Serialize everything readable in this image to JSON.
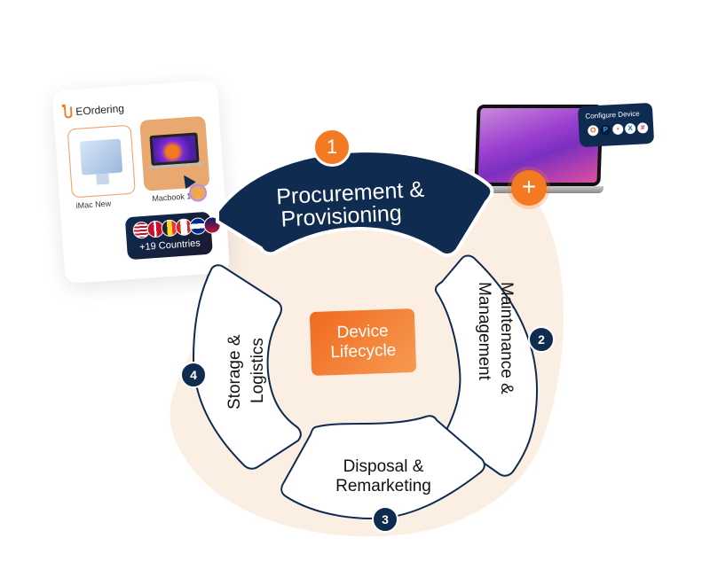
{
  "diagram": {
    "center_label_line1": "Device",
    "center_label_line2": "Lifecycle",
    "stages": [
      {
        "number": "1",
        "line1": "Procurement &",
        "line2": "Provisioning"
      },
      {
        "number": "2",
        "line1": "Maintenance &",
        "line2": "Management"
      },
      {
        "number": "3",
        "line1": "Disposal &",
        "line2": "Remarketing"
      },
      {
        "number": "4",
        "line1": "Storage &",
        "line2": "Logistics"
      }
    ]
  },
  "eordering_card": {
    "brand": "EOrdering",
    "products": [
      {
        "label": "iMac New"
      },
      {
        "label": "Macbook 13\""
      }
    ],
    "countries_label": "+19 Countries"
  },
  "configure_card": {
    "title": "Configure Device",
    "apps": [
      "office-icon",
      "photoshop-icon",
      "asana-icon",
      "vscode-icon",
      "slack-icon"
    ]
  },
  "plus_button": {
    "label": "+"
  },
  "colors": {
    "navy": "#0f2b50",
    "orange": "#f47a22",
    "peach": "#fbeee3"
  }
}
